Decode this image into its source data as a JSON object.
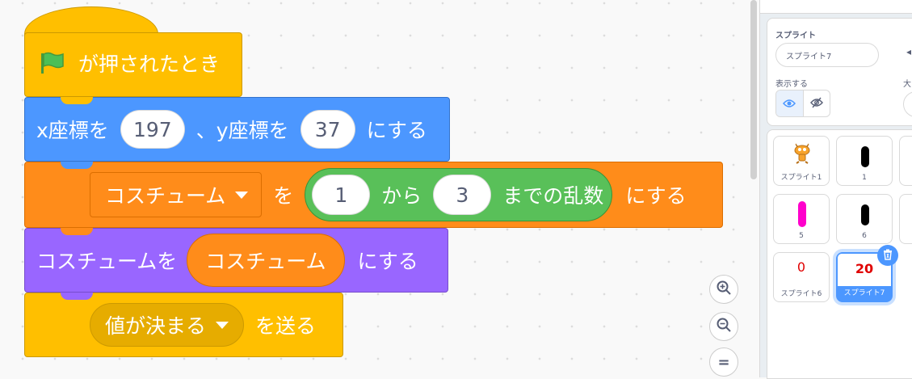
{
  "colors": {
    "events": "#ffbf00",
    "motion": "#4c97ff",
    "looks_menu": "#ff8c1a",
    "operators": "#59c059",
    "looks": "#9966ff",
    "selection": "#4c97ff",
    "costume_magenta": "#ff00cc",
    "text_red": "#e00000"
  },
  "script": {
    "hat": {
      "icon": "green-flag-icon",
      "label": "が押されたとき"
    },
    "goto": {
      "x_label": "x座標を",
      "x_value": "197",
      "sep": "、y座標を",
      "y_value": "37",
      "suffix": "にする"
    },
    "switch_costume_random": {
      "menu_label": "コスチューム",
      "particle": "を",
      "rand_from": "1",
      "rand_mid": "から",
      "rand_to": "3",
      "rand_suffix": "までの乱数",
      "suffix": "にする"
    },
    "switch_costume": {
      "prefix": "コスチュームを",
      "reporter": "コスチューム",
      "suffix": "にする"
    },
    "broadcast": {
      "message": "値が決まる",
      "suffix": "を送る"
    }
  },
  "zoom": {
    "zoom_in": "zoom-in-icon",
    "zoom_out": "zoom-out-icon",
    "reset": "="
  },
  "sprite_info": {
    "heading": "スプライト",
    "name_value": "スプライト7",
    "show_label": "表示する",
    "size_label": "大"
  },
  "sprites": [
    {
      "label": "スプライト1",
      "thumb": "cat"
    },
    {
      "label": "1",
      "thumb": "black-bar"
    },
    {
      "label": "5",
      "thumb": "magenta-bar"
    },
    {
      "label": "6",
      "thumb": "black-bar"
    },
    {
      "label": "スプライト6",
      "thumb_text": "0"
    },
    {
      "label": "スプライト7",
      "thumb_text": "20",
      "selected": true
    }
  ]
}
